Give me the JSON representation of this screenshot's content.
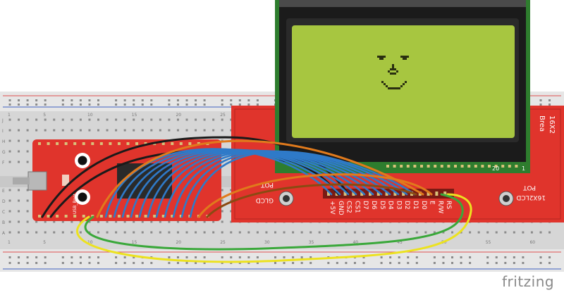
{
  "pcb_labels": {
    "pins": [
      "+5V",
      "GND",
      "CS2",
      "CS1",
      "D7",
      "D6",
      "D5",
      "D4",
      "D3",
      "D2",
      "D1",
      "D0",
      "E",
      "R/W",
      "RS"
    ],
    "glcd": "GLCD",
    "pot_left": "POT",
    "lcd16": "16X2LCD",
    "pot_right": "POT",
    "bread_a": "Brea",
    "bread_b": "16X2",
    "pin20": "20",
    "pin1": "1"
  },
  "board_labels": {
    "usb_boot": "USB_Boot",
    "row_labels": [
      "J",
      "I",
      "H",
      "G",
      "F",
      "E",
      "D",
      "C",
      "B",
      "A"
    ],
    "col_numbers": [
      "1",
      "5",
      "10",
      "15",
      "20",
      "25",
      "30",
      "35",
      "40",
      "45",
      "50",
      "55",
      "60"
    ]
  },
  "brand": "fritzing",
  "colors": {
    "pcb_red": "#e0342c",
    "lcd_green": "#a7c640",
    "wire_blue": "#2f7ac8",
    "wire_orange": "#e07a1c",
    "wire_brown": "#8a4a12",
    "wire_yellow": "#ece21f",
    "wire_green": "#3aa83a",
    "wire_black": "#1a1a1a"
  }
}
